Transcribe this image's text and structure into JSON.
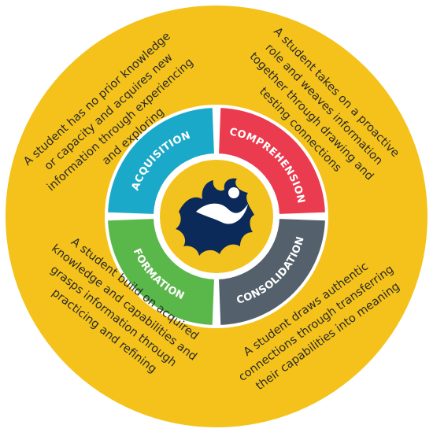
{
  "colors": {
    "outer_ring": "#f4c21a",
    "center_circle": "#f2c31e",
    "ring_gap": "#ffffff",
    "acquisition": "#1ba9c9",
    "comprehension": "#ea3b4f",
    "formation": "#5ab84a",
    "consolidation": "#54616c",
    "logo_primary": "#0b2a5a",
    "logo_accent": "#ffffff",
    "text": "#2a2a2a"
  },
  "logo": {
    "icon": "stylized-dark-navy-leaf-with-white-swoosh-icon"
  },
  "segments": {
    "acquisition": {
      "label": "ACQUISITION"
    },
    "comprehension": {
      "label": "COMPREHENSION"
    },
    "formation": {
      "label": "FORMATION"
    },
    "consolidation": {
      "label": "CONSOLIDATION"
    }
  },
  "descriptions": {
    "acquisition": {
      "lines": [
        "A student has no prior knowledge",
        "or capacity and acquires new",
        "information through experiencing",
        "and exploring"
      ]
    },
    "comprehension": {
      "lines": [
        "A student takes on a proactive",
        "role and weaves information",
        "together through drawing and",
        "testing connections"
      ]
    },
    "formation": {
      "lines": [
        "A student build on acquired",
        "knowledge and capabilities and",
        "grasps information through",
        "practicing and refining"
      ]
    },
    "consolidation": {
      "lines": [
        "A student draws authentic",
        "connections through transferring",
        "their capabilities into meaning"
      ]
    }
  }
}
